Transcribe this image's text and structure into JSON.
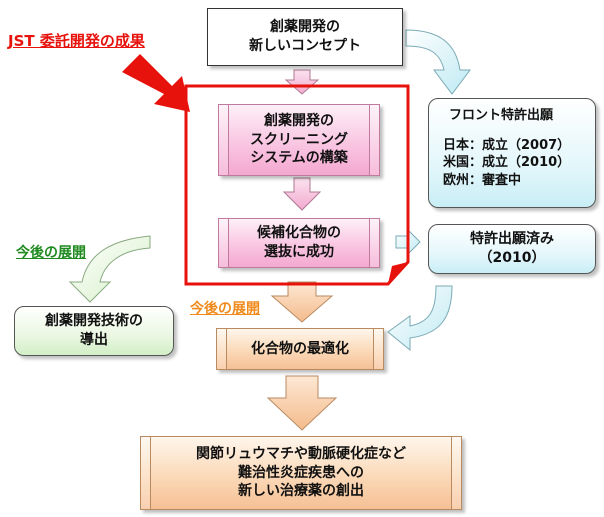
{
  "jst_label": "JST 委託開発の成果",
  "concept": [
    "創薬開発の",
    "新しいコンセプト"
  ],
  "screening": [
    "創薬開発の",
    "スクリーニング",
    "システムの構築"
  ],
  "candidate": [
    "候補化合物の",
    "選抜に成功"
  ],
  "front_patent": {
    "title": "フロント特許出願",
    "japan": "日本：成立（2007）",
    "us": "米国：成立（2010）",
    "europe": "欧州：審査中"
  },
  "patent_filed": [
    "特許出願済み",
    "（2010）"
  ],
  "future_green": "今後の展開",
  "future_orange": "今後の展開",
  "tech_transfer": [
    "創薬開発技術の",
    "導出"
  ],
  "optimization": "化合物の最適化",
  "final": [
    "関節リュウマチや動脈硬化症など",
    "難治性炎症疾患への",
    "新しい治療薬の創出"
  ],
  "colors": {
    "red": "#e8120c",
    "green": "#1f8a1f",
    "orange": "#f08a1c"
  }
}
